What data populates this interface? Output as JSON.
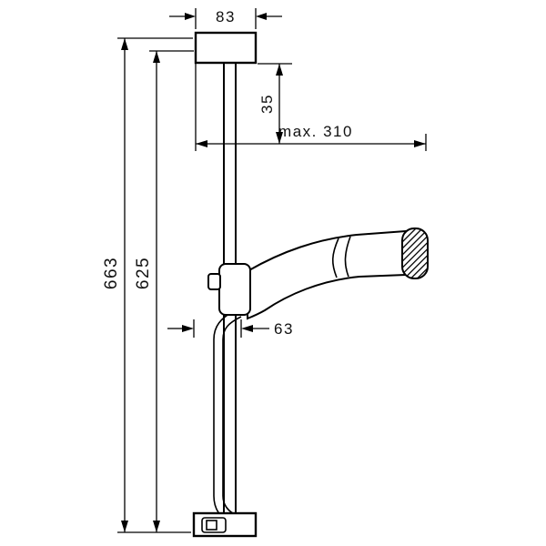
{
  "drawing": {
    "title": "shower-rail-set-dimension-drawing",
    "dimensions": {
      "bracket_width": "83",
      "head_drop": "35",
      "max_reach": "max. 310",
      "overall_height": "663",
      "bar_length": "625",
      "hose_offset": "63"
    },
    "colors": {
      "line": "#000000",
      "background": "#ffffff"
    }
  }
}
